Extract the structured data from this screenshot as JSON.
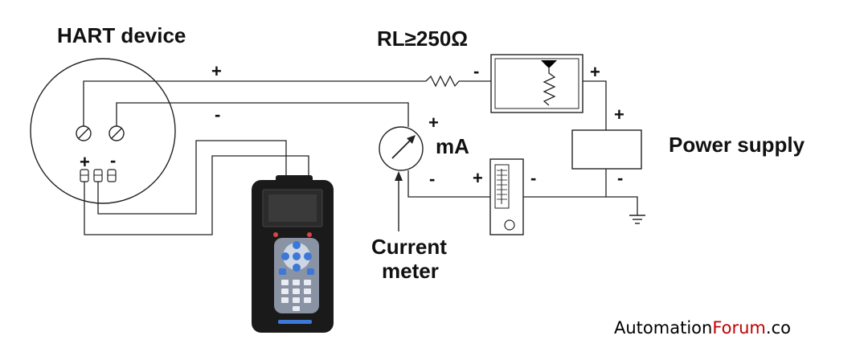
{
  "labels": {
    "hart_device": "HART device",
    "resistor": "RL≥250Ω",
    "ma": "mA",
    "current_meter_line1": "Current",
    "current_meter_line2": "meter",
    "power_supply": "Power supply"
  },
  "polarity": {
    "plus": "+",
    "minus": "-"
  },
  "brand": {
    "part1": "Automation",
    "part2": "Forum",
    "part3": ".co"
  },
  "colors": {
    "line": "#222222",
    "brand_accent": "#c00000",
    "communicator_body": "#1a1a1a",
    "keypad": "#8a93a4",
    "nav_keys": "#3b78d8"
  },
  "icons": [
    "hart-device-housing",
    "terminal-screw-icon",
    "resistor-icon",
    "ammeter-icon",
    "flow-meter-icon",
    "power-supply-box",
    "ground-icon",
    "hart-communicator-icon"
  ]
}
